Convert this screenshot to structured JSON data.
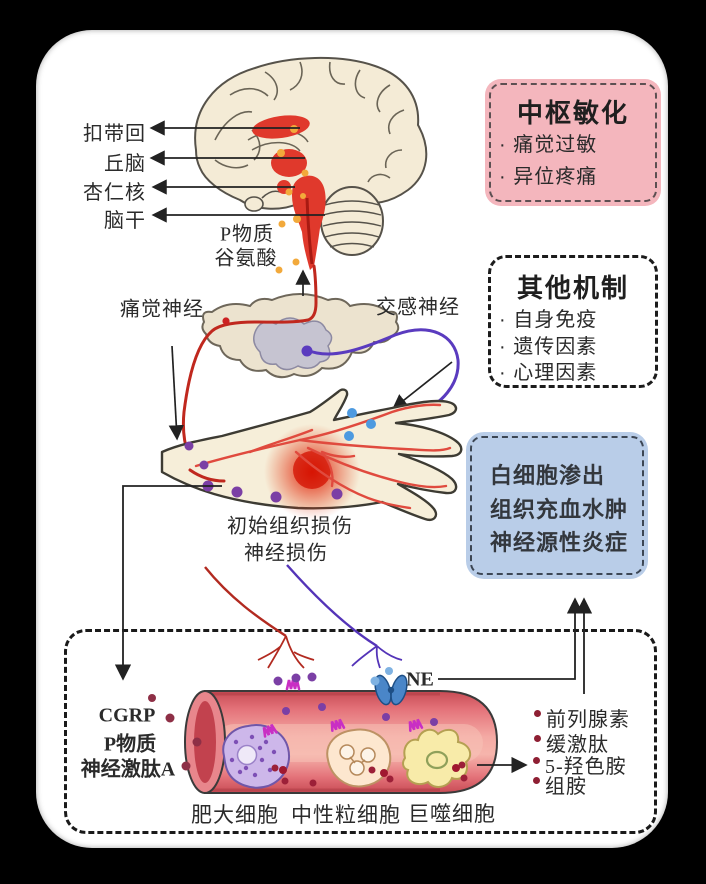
{
  "brain": {
    "labels": [
      "扣带回",
      "丘脑",
      "杏仁核",
      "脑干"
    ],
    "chemicals": [
      "P物质",
      "谷氨酸"
    ]
  },
  "nerves": {
    "pain": "痛觉神经",
    "sympathetic": "交感神经"
  },
  "injury": {
    "line1": "初始组织损伤",
    "line2": "神经损伤"
  },
  "boxes": {
    "bullet_char": "·",
    "central": {
      "title": "中枢敏化",
      "items": [
        "痛觉过敏",
        "异位疼痛"
      ]
    },
    "other": {
      "title": "其他机制",
      "items": [
        "自身免疫",
        "遗传因素",
        "心理因素"
      ]
    },
    "inflammation": {
      "lines": [
        "白细胞渗出",
        "组织充血水肿",
        "神经源性炎症"
      ]
    }
  },
  "vessel_panel": {
    "peptides": [
      "CGRP",
      "P物质",
      "神经激肽A"
    ],
    "ne_label": "NE",
    "cells": [
      "肥大细胞",
      "中性粒细胞",
      "巨噬细胞"
    ],
    "mediators": [
      "前列腺素",
      "缓激肽",
      "5-羟色胺",
      "组胺"
    ]
  },
  "colors": {
    "central_box_bg": "#f4b6bd",
    "inflammation_box_bg": "#b9cde8",
    "pain_nerve_red": "#c0281e",
    "sympathetic_purple": "#5a3bbf",
    "brain_highlight_red": "#e0392c",
    "vessel_wall_red": "#c84b54",
    "receptor_magenta": "#c92fc4",
    "ne_receptor_blue": "#4a86c8"
  }
}
